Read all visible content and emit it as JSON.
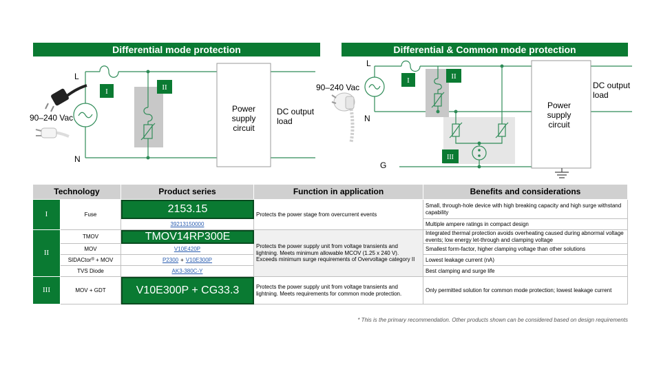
{
  "headers": {
    "left": "Differential mode protection",
    "right": "Differential & Common mode protection"
  },
  "diagram_left": {
    "line_label": "L",
    "neutral_label": "N",
    "voltage": "90–240 Vac",
    "level_i": "I",
    "level_ii": "II",
    "block_line1": "Power",
    "block_line2": "supply",
    "block_line3": "circuit",
    "output_line1": "DC output",
    "output_line2": "load"
  },
  "diagram_right": {
    "line_label": "L",
    "neutral_label": "N",
    "ground_label": "G",
    "voltage": "90–240 Vac",
    "level_i": "I",
    "level_ii": "II",
    "level_iii": "III",
    "block_line1": "Power",
    "block_line2": "supply",
    "block_line3": "circuit",
    "output_line1": "DC output",
    "output_line2": "load"
  },
  "table": {
    "col_technology": "Technology",
    "col_product": "Product series",
    "col_function": "Function in application",
    "col_benefits": "Benefits and considerations",
    "level_i": "I",
    "level_ii": "II",
    "level_iii": "III",
    "fuse": {
      "tech": "Fuse",
      "primary": "2153.15",
      "alt": "39213150000",
      "function": "Protects the power stage from overcurrent events",
      "benefit_primary": "Small, through-hole device with high breaking capacity and high surge withstand capability",
      "benefit_alt": "Multiple ampere ratings in compact design"
    },
    "tmov": {
      "tech": "TMOV",
      "primary": "TMOV14RP300E",
      "benefit": "Integrated thermal protection avoids overheating caused during abnormal voltage events; low energy let-through and clamping voltage"
    },
    "mov": {
      "tech": "MOV",
      "link": "V10E420P",
      "benefit": "Smallest form-factor, higher clamping voltage than other solutions"
    },
    "sidactor": {
      "tech_main": "SIDACtor",
      "tech_sup": "®",
      "tech_tail": " + MOV",
      "link1": "P2300",
      "plus": "+",
      "link2": "V10E300P",
      "benefit": "Lowest leakage current (nA)"
    },
    "tvs": {
      "tech": "TVS Diode",
      "link": "AK3-380C-Y",
      "benefit": "Best clamping and surge life"
    },
    "level_ii_function": "Protects the power supply unit from voltage transients and lightning. Meets minimum allowable MCOV (1.25 x 240 V). Exceeds minimum surge requirements of Overvoltage category II",
    "gdt": {
      "tech": "MOV + GDT",
      "primary": "V10E300P + CG33.3",
      "function": "Protects the power supply unit from voltage transients and lightning.  Meets requirements for common mode protection.",
      "benefit": "Only permitted solution for common mode protection; lowest leakage current"
    }
  },
  "footnote": "* This is the primary  recommendation.  Other products shown can be considered based on design requirements",
  "colors": {
    "brand_green": "#0a7a32",
    "wire_green": "#2e8b57",
    "shade_grey": "#c8c8c8",
    "link_blue": "#2a5db0"
  }
}
